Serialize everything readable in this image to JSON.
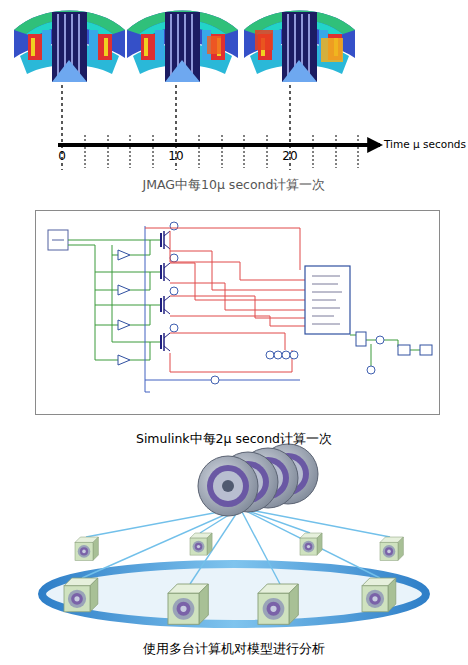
{
  "diagram": {
    "labels": [
      "0",
      "10",
      "20",
      "Time μ seconds",
      "JMAG中每10μ second计算一次",
      "Simulink中每2μ second计算一次",
      "使用多台计算机对模型进行分析"
    ]
  }
}
